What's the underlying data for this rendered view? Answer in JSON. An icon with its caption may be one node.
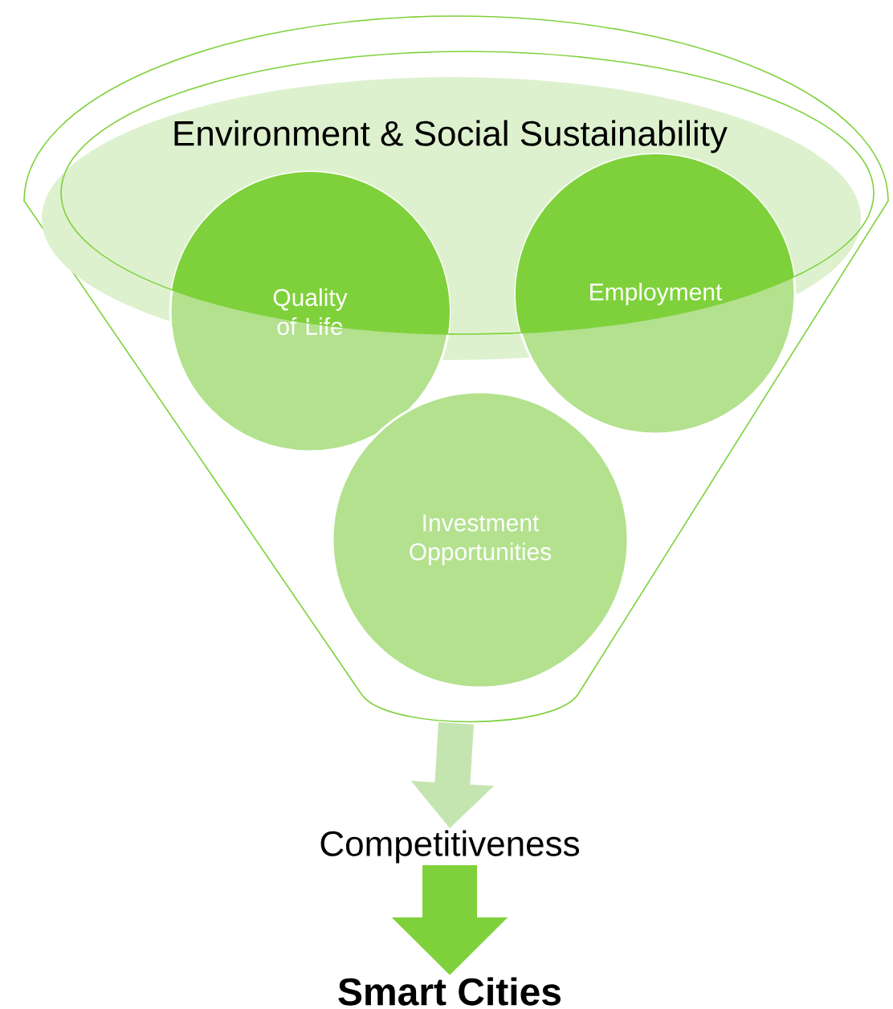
{
  "diagram": {
    "nodes": [
      {
        "text": [],
        "shape": "funnel"
      },
      {
        "text": [
          "Environment & Social Sustainability"
        ],
        "in": 0
      },
      {
        "text": [
          "Quality of Life"
        ],
        "in": 0
      },
      {
        "text": [
          "Employment"
        ],
        "in": 0
      },
      {
        "text": [
          "Investment Opportunities"
        ],
        "in": 0
      },
      {
        "text": [
          "Competitiveness"
        ]
      },
      {
        "text": [
          "Smart Cities"
        ]
      }
    ],
    "edges": [
      {
        "from": 0,
        "to": 5,
        "arrow": "to",
        "color": "#c5e5b0"
      },
      {
        "from": 5,
        "to": 6,
        "arrow": "to",
        "color": "#7fd13b"
      }
    ]
  }
}
